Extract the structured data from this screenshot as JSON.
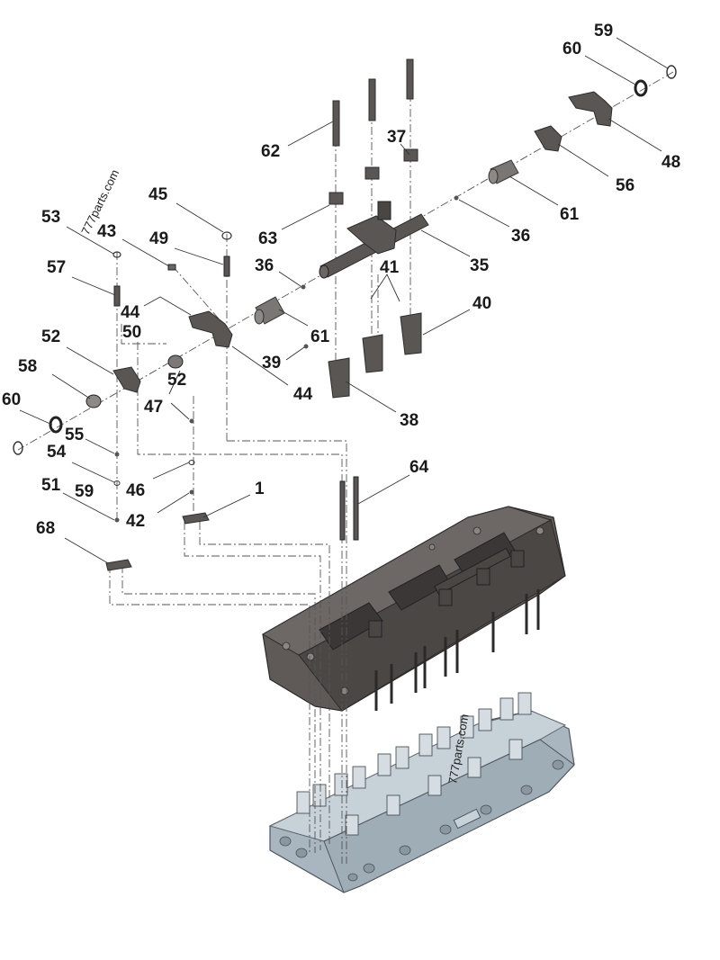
{
  "watermark": [
    "777parts.com",
    "777parts.com"
  ],
  "callouts": [
    {
      "id": "c59a",
      "text": "59"
    },
    {
      "id": "c60a",
      "text": "60"
    },
    {
      "id": "c48",
      "text": "48"
    },
    {
      "id": "c56",
      "text": "56"
    },
    {
      "id": "c37",
      "text": "37"
    },
    {
      "id": "c62",
      "text": "62"
    },
    {
      "id": "c61a",
      "text": "61"
    },
    {
      "id": "c36a",
      "text": "36"
    },
    {
      "id": "c35",
      "text": "35"
    },
    {
      "id": "c63",
      "text": "63"
    },
    {
      "id": "c41",
      "text": "41"
    },
    {
      "id": "c36b",
      "text": "36"
    },
    {
      "id": "c40",
      "text": "40"
    },
    {
      "id": "c45",
      "text": "45"
    },
    {
      "id": "c53",
      "text": "53"
    },
    {
      "id": "c43",
      "text": "43"
    },
    {
      "id": "c49",
      "text": "49"
    },
    {
      "id": "c57",
      "text": "57"
    },
    {
      "id": "c44a",
      "text": "44"
    },
    {
      "id": "c50",
      "text": "50"
    },
    {
      "id": "c52a",
      "text": "52"
    },
    {
      "id": "c61b",
      "text": "61"
    },
    {
      "id": "c39",
      "text": "39"
    },
    {
      "id": "c44b",
      "text": "44"
    },
    {
      "id": "c58",
      "text": "58"
    },
    {
      "id": "c52b",
      "text": "52"
    },
    {
      "id": "c47",
      "text": "47"
    },
    {
      "id": "c38",
      "text": "38"
    },
    {
      "id": "c60b",
      "text": "60"
    },
    {
      "id": "c55",
      "text": "55"
    },
    {
      "id": "c54",
      "text": "54"
    },
    {
      "id": "c46",
      "text": "46"
    },
    {
      "id": "c64",
      "text": "64"
    },
    {
      "id": "c51",
      "text": "51"
    },
    {
      "id": "c59b",
      "text": "59"
    },
    {
      "id": "c42",
      "text": "42"
    },
    {
      "id": "c1",
      "text": "1"
    },
    {
      "id": "c68",
      "text": "68"
    }
  ],
  "colors": {
    "background": "#ffffff",
    "part_dark": "#5a5654",
    "head_block": "#b7c3cc",
    "label": "#1a1a1a"
  }
}
